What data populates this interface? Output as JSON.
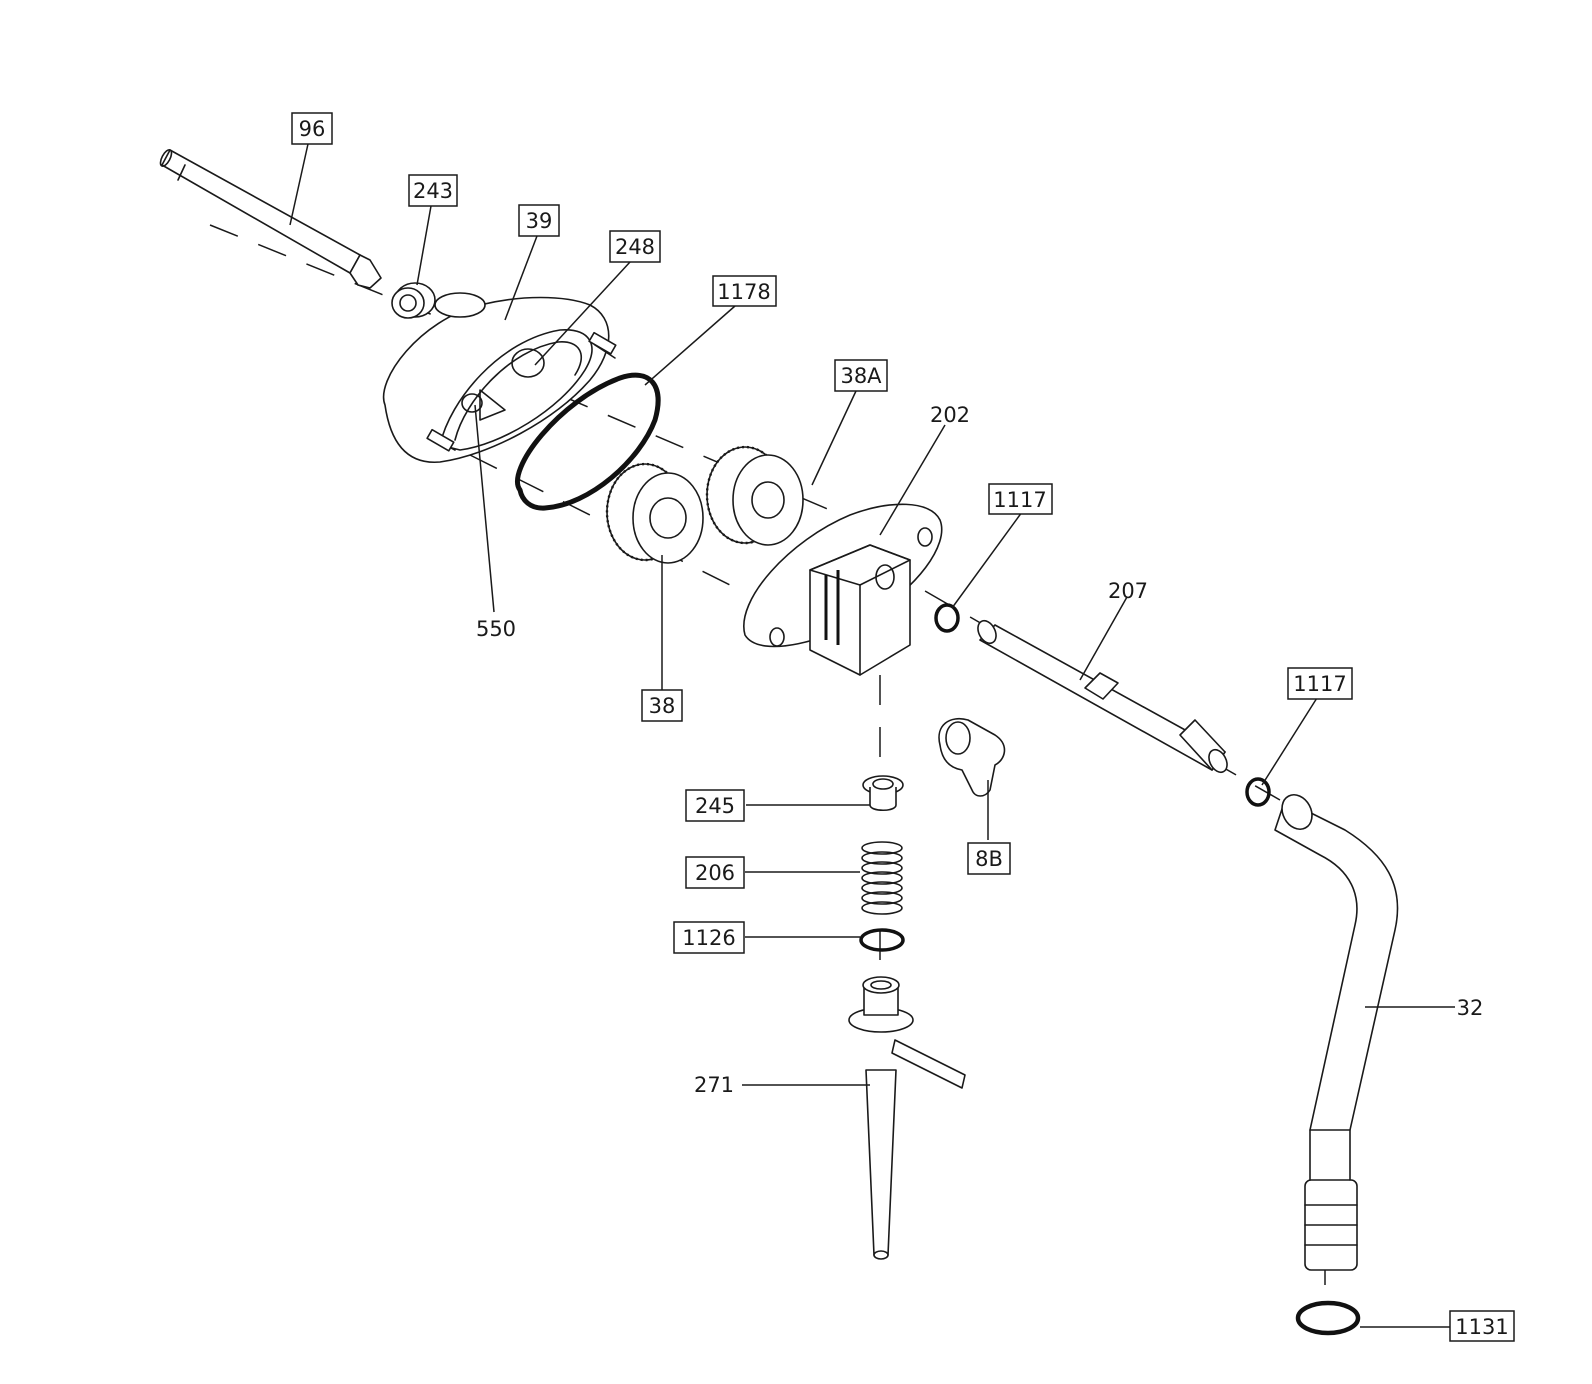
{
  "callouts": {
    "c96": "96",
    "c243": "243",
    "c39": "39",
    "c248": "248",
    "c1178": "1178",
    "c38A": "38A",
    "c202": "202",
    "c1117a": "1117",
    "c550": "550",
    "c38": "38",
    "c207": "207",
    "c1117b": "1117",
    "c245": "245",
    "c8B": "8B",
    "c206": "206",
    "c1126": "1126",
    "c32": "32",
    "c271": "271",
    "c1131": "1131"
  }
}
